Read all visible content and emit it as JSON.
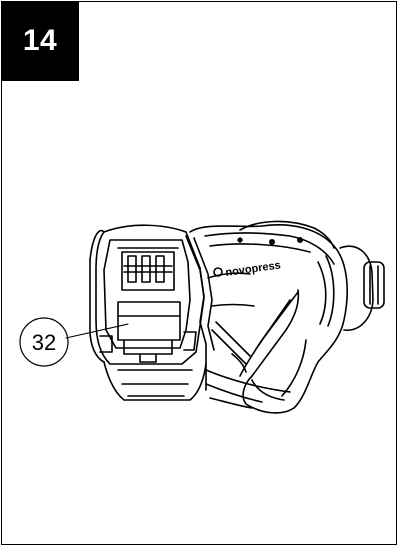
{
  "step": {
    "number": "14"
  },
  "callout": {
    "label": "32"
  },
  "tool": {
    "brand": "novopress"
  }
}
